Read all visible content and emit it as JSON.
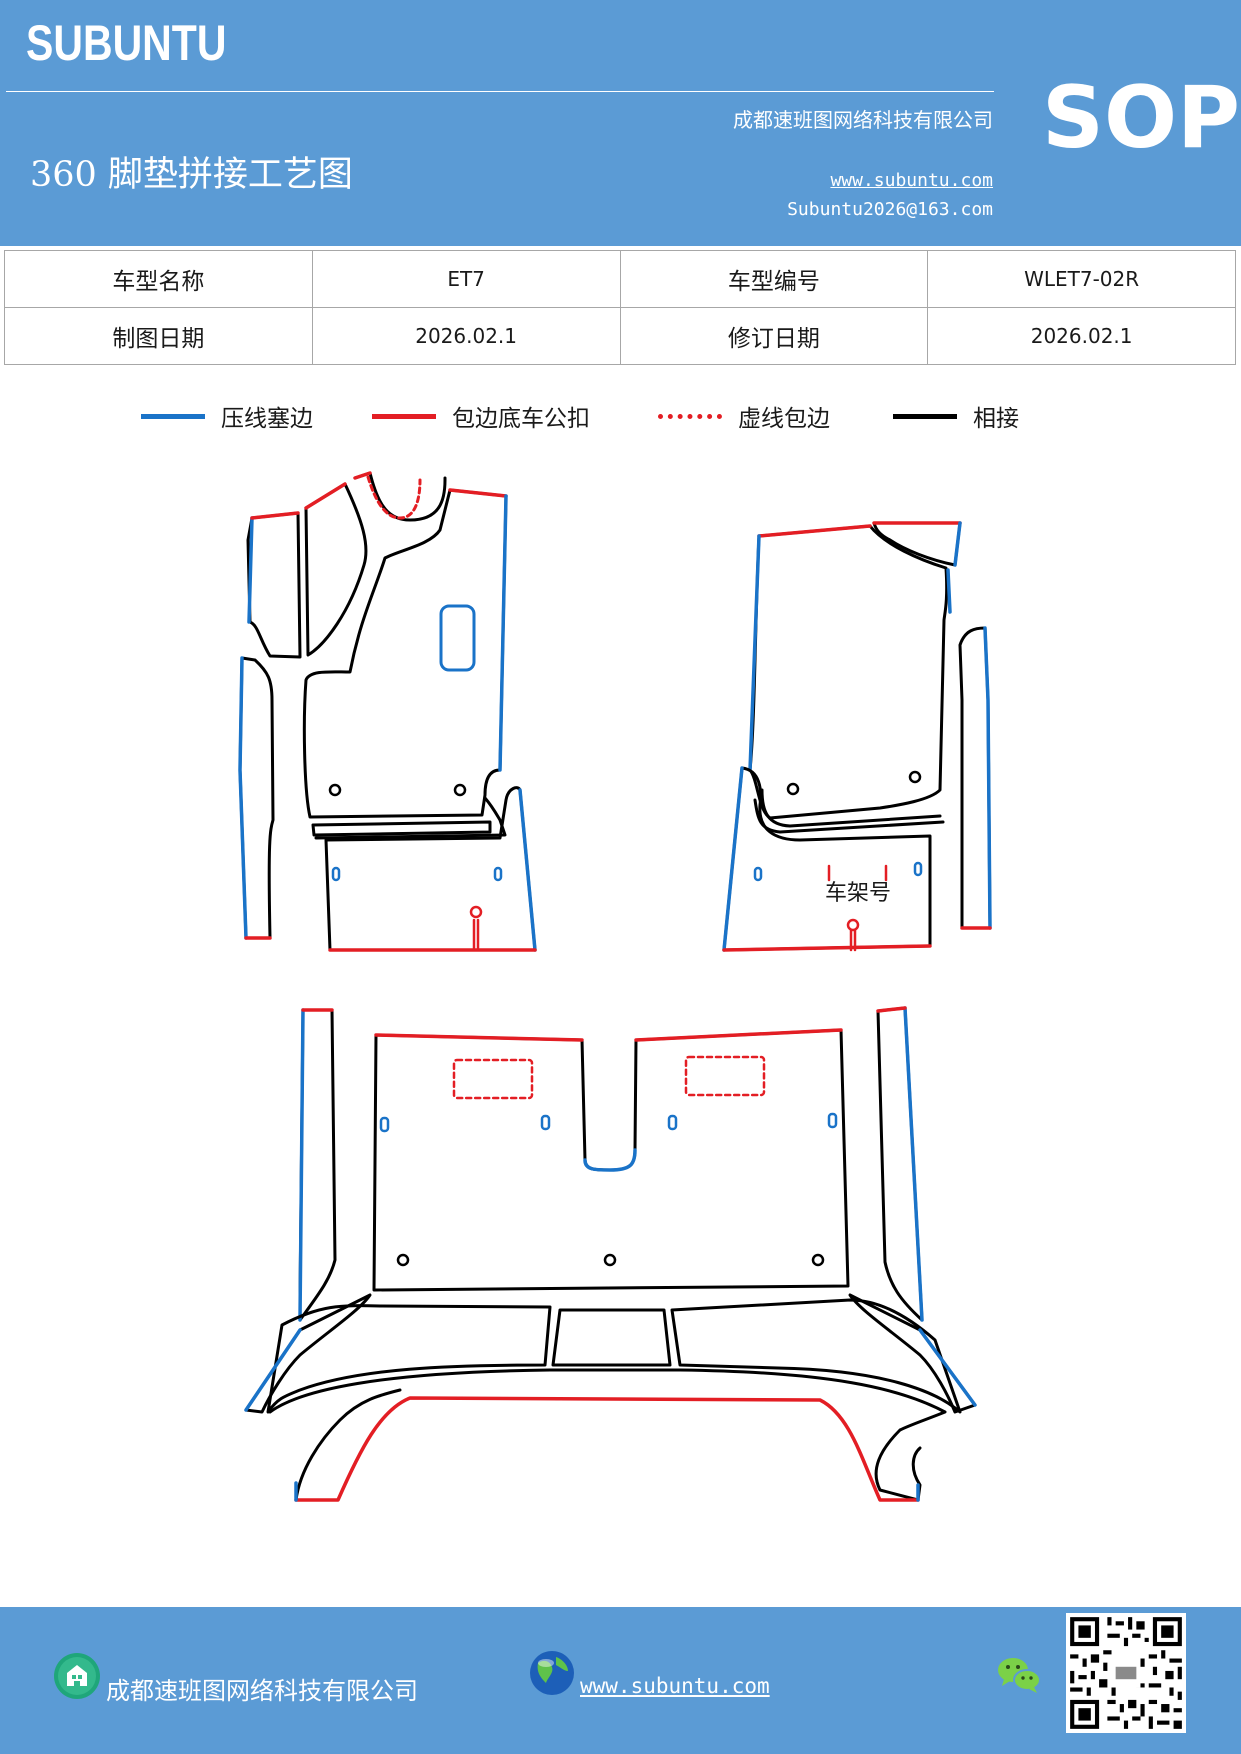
{
  "header": {
    "brand": "SUBUNTU",
    "company": "成都速班图网络科技有限公司",
    "title": "360 脚垫拼接工艺图",
    "website": "www.subuntu.com",
    "email": "Subuntu2026@163.com",
    "badge": "SOP",
    "bg_color": "#5b9bd5"
  },
  "info_table": {
    "rows": [
      [
        "车型名称",
        "ET7",
        "车型编号",
        "WLET7-02R"
      ],
      [
        "制图日期",
        "2026.02.1",
        "修订日期",
        "2026.02.1"
      ]
    ]
  },
  "legend": [
    {
      "label": "压线塞边",
      "style": "solid",
      "color": "#1a73c8"
    },
    {
      "label": "包边底车公扣",
      "style": "solid",
      "color": "#e31e24"
    },
    {
      "label": "虚线包边",
      "style": "dotted",
      "color": "#e31e24"
    },
    {
      "label": "相接",
      "style": "solid",
      "color": "#000000"
    }
  ],
  "diagram": {
    "frame_label": "车架号"
  },
  "footer": {
    "company": "成都速班图网络科技有限公司",
    "website": "www.subuntu.com ",
    "icons": [
      "building-icon",
      "globe-icon",
      "wechat-icon",
      "qr-code"
    ]
  }
}
